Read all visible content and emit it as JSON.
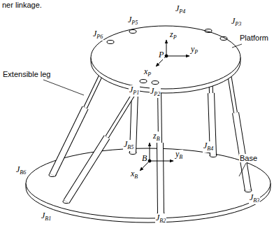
{
  "diagram": {
    "labels": [
      "ner linkage.",
      "JP4",
      "JP3",
      "JP5",
      "JP6",
      "zP",
      "yP",
      "P",
      "xP",
      "Platform",
      "Extensible leg",
      "JP1",
      "JP2",
      "JB5",
      "JB4",
      "zB",
      "yB",
      "B",
      "xB",
      "Base",
      "JB6",
      "JB3",
      "JB1",
      "JB2"
    ]
  }
}
